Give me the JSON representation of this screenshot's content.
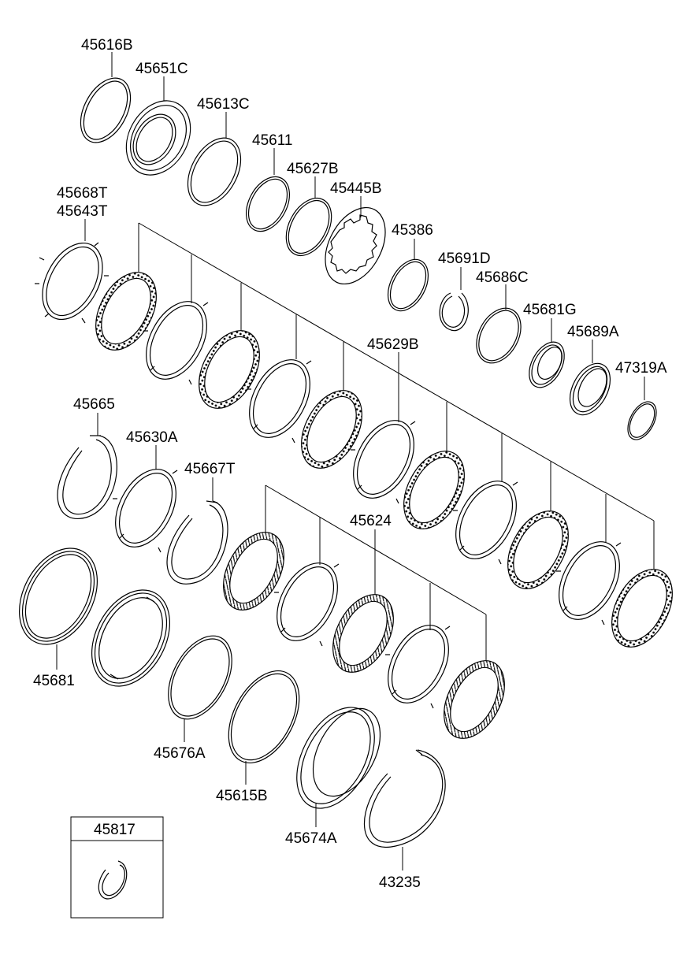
{
  "parts": {
    "p45616B": "45616B",
    "p45651C": "45651C",
    "p45613C": "45613C",
    "p45611": "45611",
    "p45627B": "45627B",
    "p45445B": "45445B",
    "p45668T": "45668T",
    "p45643T": "45643T",
    "p45386": "45386",
    "p45691D": "45691D",
    "p45686C": "45686C",
    "p45681G": "45681G",
    "p45689A": "45689A",
    "p47319A": "47319A",
    "p45629B": "45629B",
    "p45665": "45665",
    "p45630A": "45630A",
    "p45667T": "45667T",
    "p45624": "45624",
    "p45681": "45681",
    "p45676A": "45676A",
    "p45615B": "45615B",
    "p45674A": "45674A",
    "p43235": "43235",
    "p45817": "45817"
  }
}
